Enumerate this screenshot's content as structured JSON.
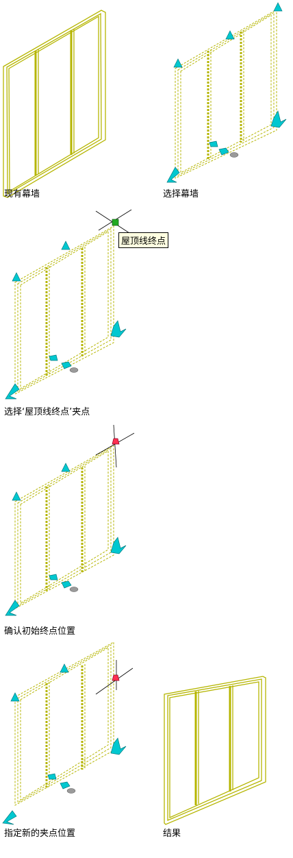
{
  "captions": {
    "existing": "现有幕墙",
    "select": "选择幕墙",
    "grip": "选择‘屋顶线终点’夹点",
    "confirm": "确认初始终点位置",
    "specify": "指定新的夹点位置",
    "result": "结果"
  },
  "tooltip": "屋顶线终点",
  "colors": {
    "frame": "#b5b500",
    "frame_dark": "#8a8a00",
    "grip": "#00c8d0",
    "grip_edge": "#007a80",
    "grip_hot": "#ff3050",
    "grip_sel": "#22aa22",
    "marker": "#9a9a9a"
  }
}
